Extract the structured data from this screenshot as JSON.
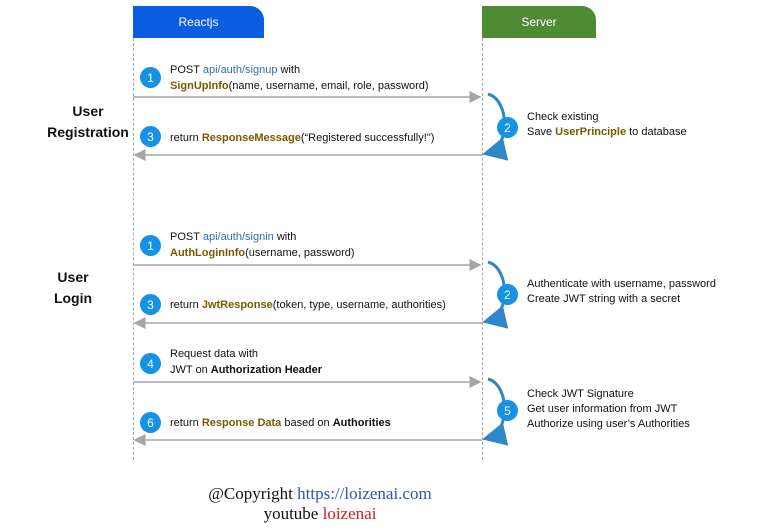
{
  "lanes": {
    "client": "Reactjs",
    "server": "Server"
  },
  "sections": {
    "registration": [
      "User",
      "Registration"
    ],
    "login": [
      "User",
      "Login"
    ]
  },
  "registration": {
    "step1": {
      "num": "1",
      "method": "POST",
      "api": "api/auth/signup",
      "with": "with",
      "payload_class": "SignUpInfo",
      "payload_args": "(name, username, email, role, password)"
    },
    "step2": {
      "num": "2",
      "line1": "Check existing",
      "save": "Save",
      "entity": "UserPrinciple",
      "to_db": "to database"
    },
    "step3": {
      "num": "3",
      "return": "return",
      "cls": "ResponseMessage",
      "args": "(“Registered successfully!\")"
    }
  },
  "login": {
    "step1": {
      "num": "1",
      "method": "POST",
      "api": "api/auth/signin",
      "with": "with",
      "payload_class": "AuthLoginInfo",
      "payload_args": "(username, password)"
    },
    "step2": {
      "num": "2",
      "line1": "Authenticate with username, password",
      "line2": "Create JWT string with a secret"
    },
    "step3": {
      "num": "3",
      "return": "return",
      "cls": "JwtResponse",
      "args": "(token, type, username, authorities)"
    },
    "step4": {
      "num": "4",
      "line1": "Request  data with",
      "line2_pre": "JWT on",
      "line2_b": "Authorization Header"
    },
    "step5": {
      "num": "5",
      "line1": "Check JWT Signature",
      "line2": "Get user information from JWT",
      "line3": "Authorize using user’s Authorities"
    },
    "step6": {
      "num": "6",
      "return": "return",
      "cls": "Response Data",
      "mid": "based on",
      "b": "Authorities"
    }
  },
  "footer": {
    "copyright": "@Copyright",
    "url": "https://loizenai.com",
    "youtube": "youtube",
    "channel": "loizenai"
  }
}
